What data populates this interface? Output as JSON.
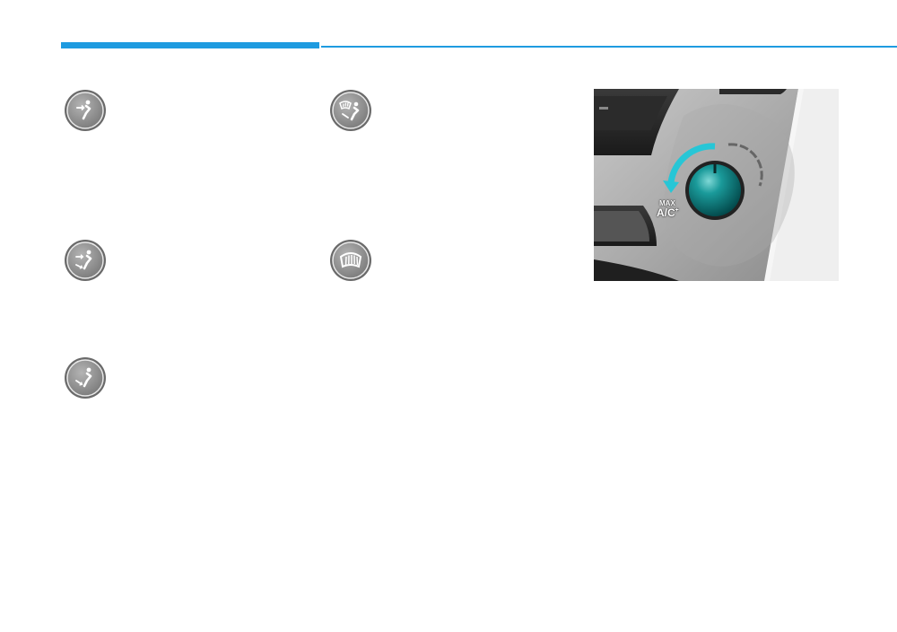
{
  "section_rule": {
    "accent": "#1e9be0"
  },
  "modes": [
    {
      "id": "face",
      "icon": "face-vent-mode-icon"
    },
    {
      "id": "bilevel",
      "icon": "bi-level-mode-icon"
    },
    {
      "id": "floor",
      "icon": "floor-mode-icon"
    },
    {
      "id": "floor_defrost",
      "icon": "floor-defrost-mode-icon"
    },
    {
      "id": "defrost",
      "icon": "defrost-mode-icon"
    }
  ],
  "illustration": {
    "knob_max_label": "MAX",
    "knob_label": "A/C",
    "knob_superscript": "+",
    "knob_color": "#0e8a8e",
    "arrow_color": "#27c6d6"
  }
}
